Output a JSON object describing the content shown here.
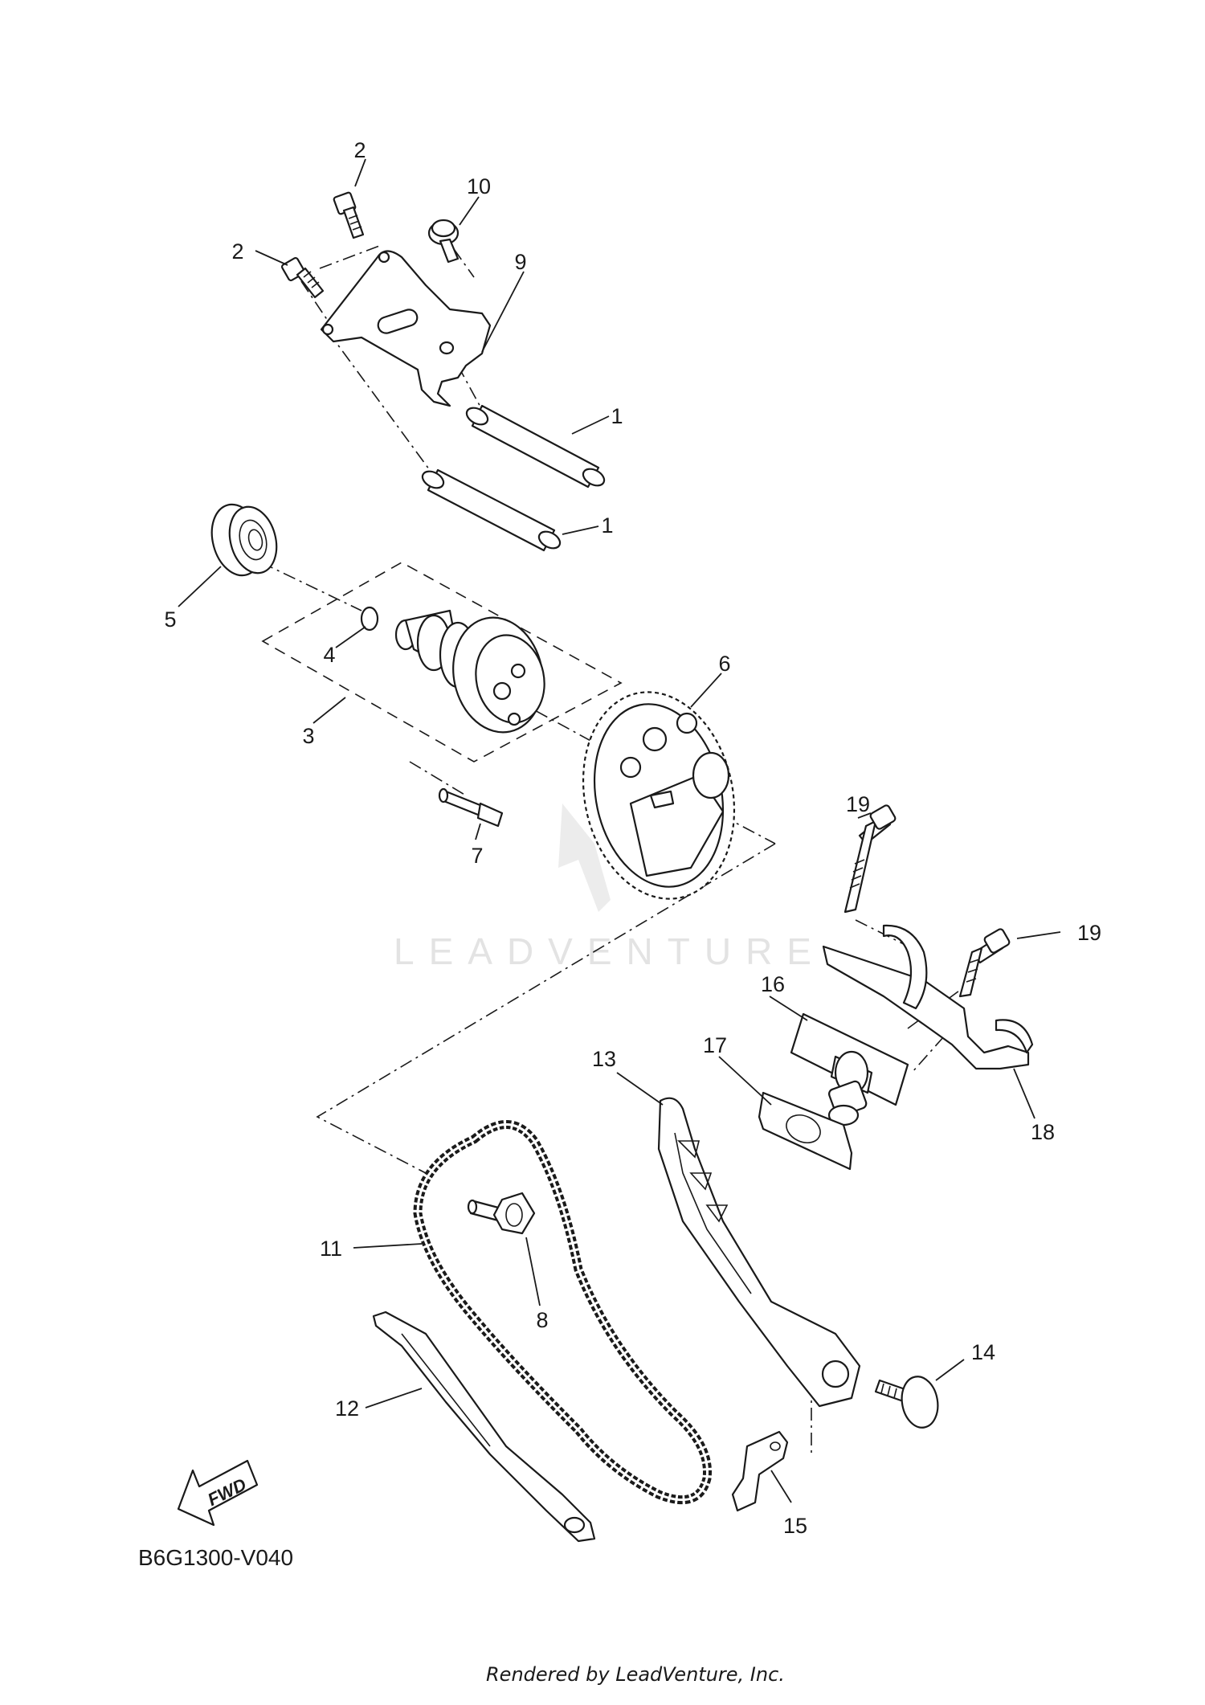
{
  "diagram": {
    "code": "B6G1300-V040",
    "footer": "Rendered by LeadVenture, Inc.",
    "watermark": "LEADVENTURE",
    "fwd_label": "FWD"
  },
  "callouts": [
    {
      "id": "c2a",
      "label": "2"
    },
    {
      "id": "c10",
      "label": "10"
    },
    {
      "id": "c2b",
      "label": "2"
    },
    {
      "id": "c9",
      "label": "9"
    },
    {
      "id": "c1a",
      "label": "1"
    },
    {
      "id": "c1b",
      "label": "1"
    },
    {
      "id": "c5",
      "label": "5"
    },
    {
      "id": "c4",
      "label": "4"
    },
    {
      "id": "c3",
      "label": "3"
    },
    {
      "id": "c6",
      "label": "6"
    },
    {
      "id": "c7",
      "label": "7"
    },
    {
      "id": "c19a",
      "label": "19"
    },
    {
      "id": "c19b",
      "label": "19"
    },
    {
      "id": "c16",
      "label": "16"
    },
    {
      "id": "c17",
      "label": "17"
    },
    {
      "id": "c13",
      "label": "13"
    },
    {
      "id": "c18",
      "label": "18"
    },
    {
      "id": "c11",
      "label": "11"
    },
    {
      "id": "c8",
      "label": "8"
    },
    {
      "id": "c14",
      "label": "14"
    },
    {
      "id": "c12",
      "label": "12"
    },
    {
      "id": "c15",
      "label": "15"
    }
  ]
}
